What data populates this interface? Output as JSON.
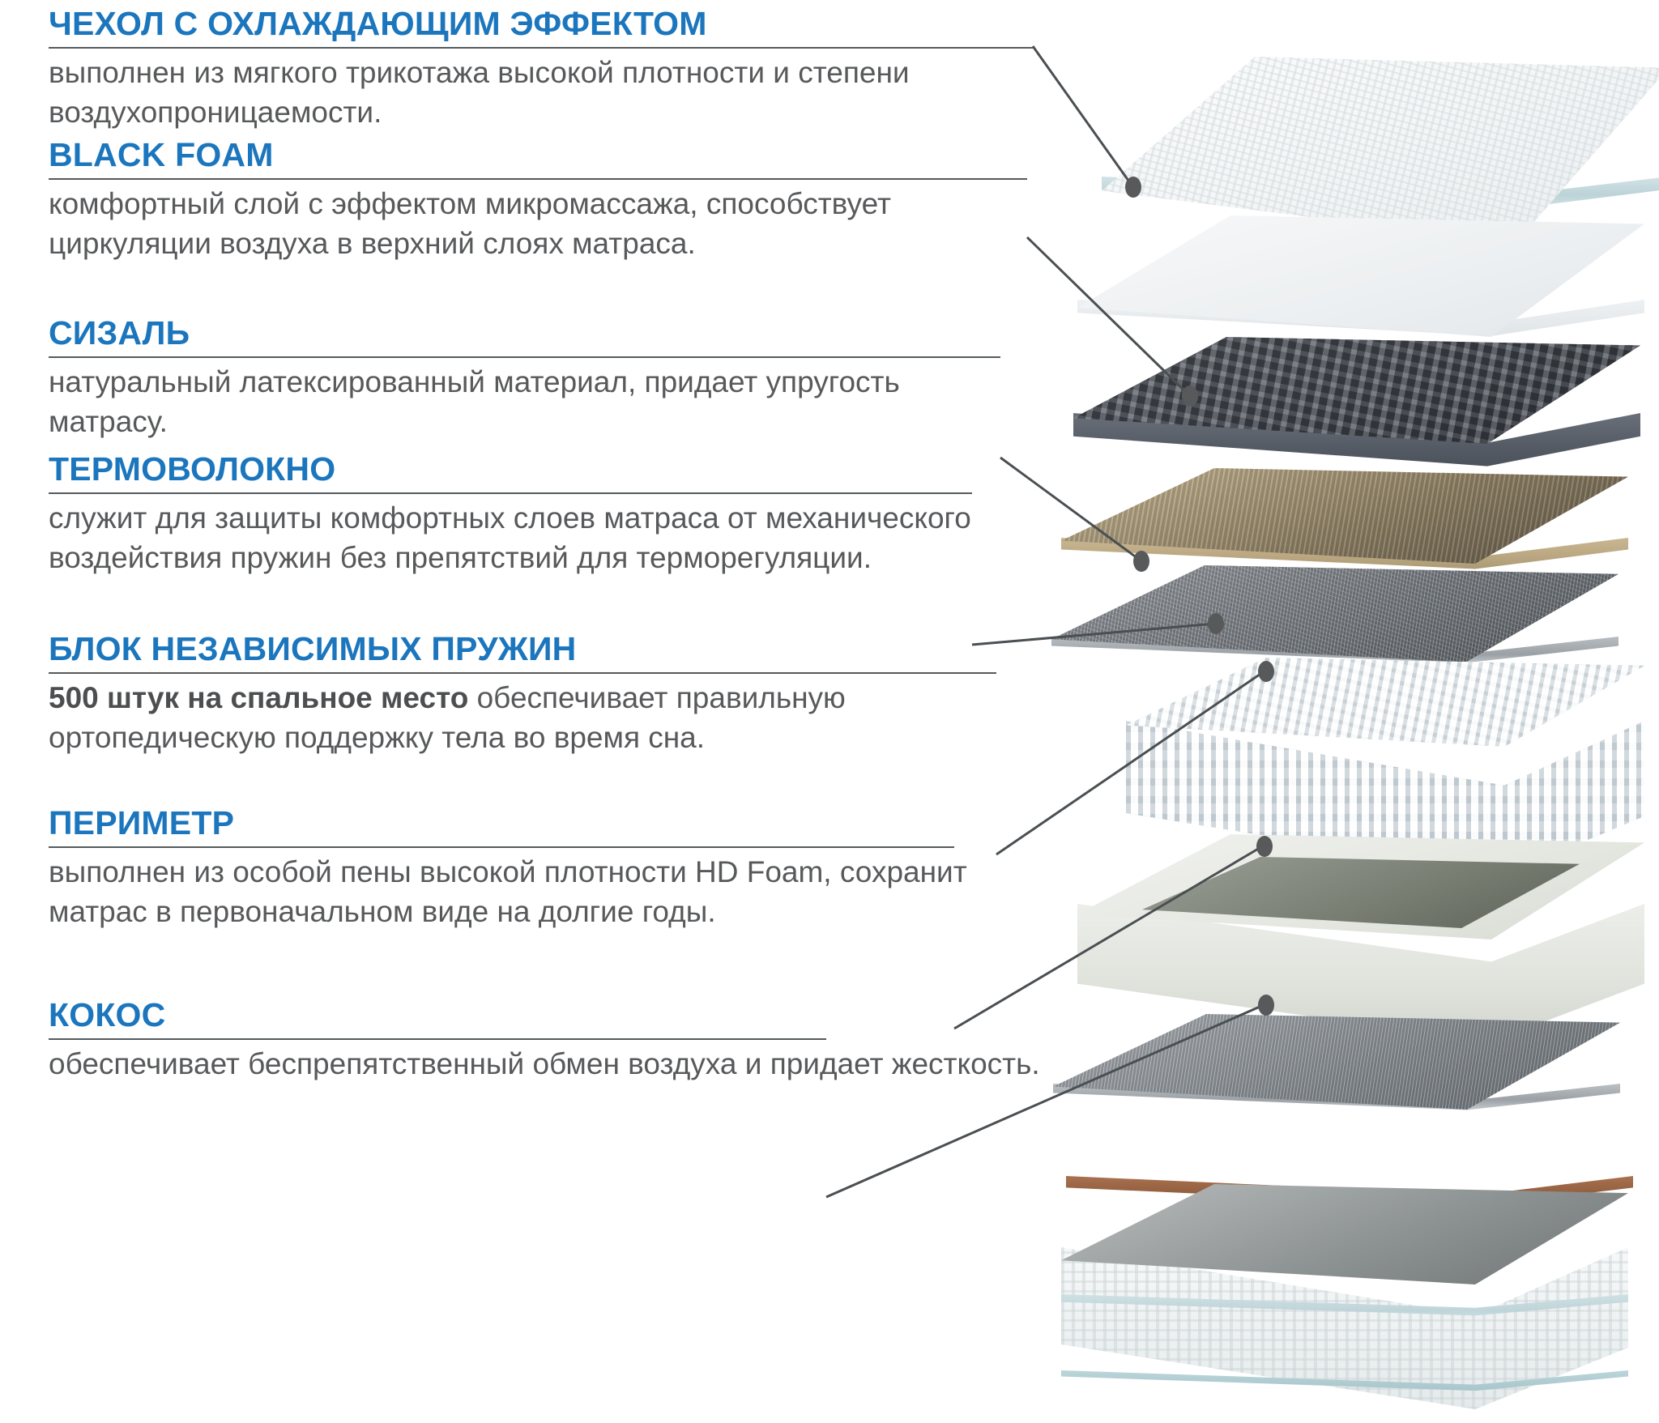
{
  "accent_color": "#1b76bd",
  "text_color": "#58595b",
  "rule_color": "#555a5d",
  "leader_color": "#4a4f52",
  "sections": [
    {
      "id": "cooling-cover",
      "title": "ЧЕХОЛ С ОХЛАЖДАЮЩИМ ЭФФЕКТОМ",
      "body": "выполнен из мягкого трикотажа высокой плотности и степени воздухопроницаемости."
    },
    {
      "id": "black-foam",
      "title": "BLACK FOAM",
      "body": "комфортный слой с эффектом микромассажа, способствует циркуляции воздуха в верхний слоях матраса."
    },
    {
      "id": "sisal",
      "title": "СИЗАЛЬ",
      "body": "натуральный латексированный материал, придает упругость матрасу."
    },
    {
      "id": "thermo-fiber",
      "title": "ТЕРМОВОЛОКНО",
      "body": "служит для защиты комфортных слоев матраса от механического воздействия пружин без препятствий для терморегуляции."
    },
    {
      "id": "independent-springs",
      "title": "БЛОК НЕЗАВИСИМЫХ ПРУЖИН",
      "body_bold": "500 штук на спальное место",
      "body": " обеспечивает правильную ортопедическую поддержку тела во время сна."
    },
    {
      "id": "perimeter",
      "title": "ПЕРИМЕТР",
      "body": "выполнен из особой пены высокой плотности HD Foam, сохранит матрас в первоначальном виде на долгие годы."
    },
    {
      "id": "coconut",
      "title": "КОКОС",
      "body": "обеспечивает беспрепятственный обмен воздуха и придает жесткость."
    }
  ],
  "illustration": {
    "name": "exploded-mattress-layers",
    "layers": [
      "cooling-cover",
      "white-foam",
      "black-foam",
      "sisal",
      "thermo-fiber",
      "independent-spring-block",
      "perimeter-hd-foam",
      "bottom-felt",
      "coconut",
      "base-with-cover"
    ]
  }
}
